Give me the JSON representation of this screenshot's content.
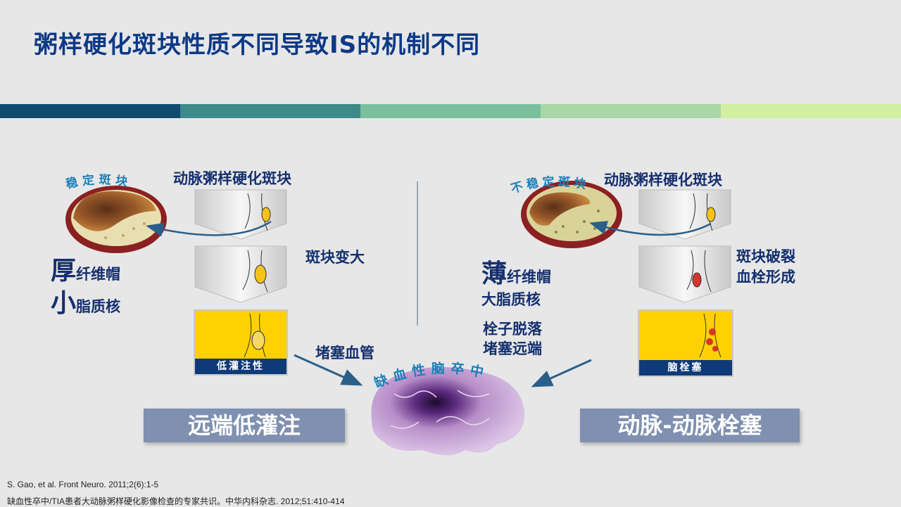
{
  "slide": {
    "title": "粥样硬化斑块性质不同导致IS的机制不同",
    "stripe_colors": [
      "#0f4b6e",
      "#3c8a8a",
      "#7bbf9c",
      "#a8d8a5",
      "#d2eea0"
    ]
  },
  "left": {
    "arc_label": "稳定斑块",
    "top_caption": "动脉粥样硬化斑块",
    "step2_caption": "斑块变大",
    "step3_caption": "堵塞血管",
    "panel_tag": "低灌注性",
    "feature1_big": "厚",
    "feature1_rest": "纤维帽",
    "feature2_big": "小",
    "feature2_rest": "脂质核",
    "result_box": "远端低灌注"
  },
  "right": {
    "arc_label": "不稳定斑块",
    "top_caption": "动脉粥样硬化斑块",
    "step2_caption_line1": "斑块破裂",
    "step2_caption_line2": "血栓形成",
    "panel_tag": "脑栓塞",
    "feature1_big": "薄",
    "feature1_rest": "纤维帽",
    "feature2": "大脂质核",
    "feature3_line1": "栓子脱落",
    "feature3_line2": "堵塞远端",
    "result_box": "动脉-动脉栓塞"
  },
  "center": {
    "brain_arc_label": "缺血性脑卒中"
  },
  "footnotes": {
    "ref1": "S. Gao, et al. Front  Neuro. 2011;2(6):1-5",
    "ref2": "缺血性卒中/TIA患者大动脉粥样硬化影像检查的专家共识。中华内科杂志. 2012;51:410-414"
  }
}
